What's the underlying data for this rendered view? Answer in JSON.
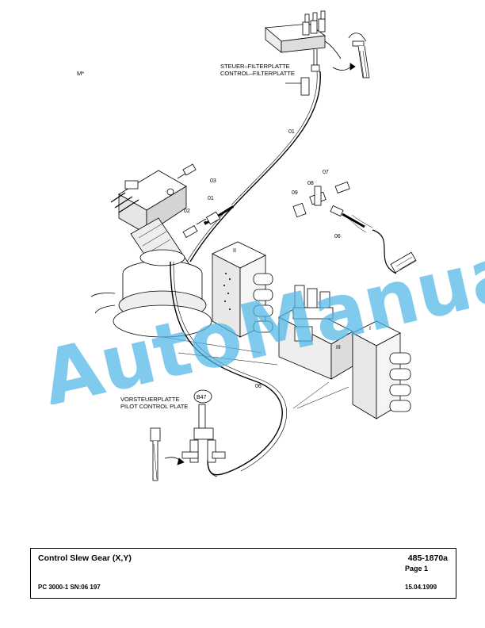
{
  "page": {
    "corner_mark": "M*"
  },
  "drawing": {
    "plates": {
      "steuer_de": "STEUER–FILTERPLATTE",
      "steuer_en": "CONTROL–FILTERPLATTE",
      "vorsteuer_de": "VORSTEUERPLATTE",
      "vorsteuer_en": "PILOT CONTROL PLATE"
    },
    "callouts": {
      "hose_top": "01",
      "hose_middle": "01",
      "fitting_02": "02",
      "fitting_03": "03",
      "fitting_07": "07",
      "fitting_08": "08",
      "fitting_09": "09",
      "hose_06_right": "06",
      "hose_06_bottom": "06",
      "ref_b47": "B47"
    },
    "roman": {
      "block_2": "II",
      "block_3": "III",
      "block_1": "I"
    }
  },
  "watermark": "AutoManual",
  "footer": {
    "title": "Control Slew Gear (X,Y)",
    "doc_code": "485-1870a",
    "page_label": "Page 1",
    "machine": "PC 3000-1 SN:06 197",
    "date": "15.04.1999"
  }
}
